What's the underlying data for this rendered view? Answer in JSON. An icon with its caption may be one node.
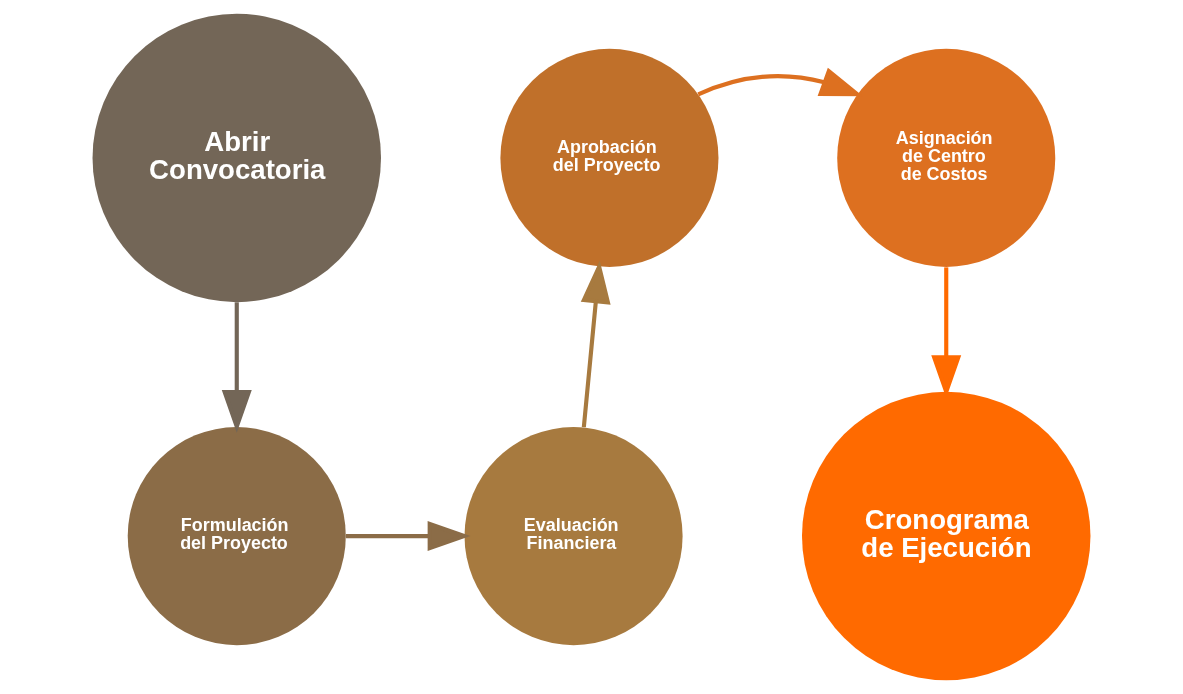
{
  "diagram": {
    "nodes": [
      {
        "text": [
          "Abrir Convocatoria"
        ]
      },
      {
        "text": [
          "Formulación del Proyecto"
        ]
      },
      {
        "text": [
          "Aprobación del Proyecto"
        ]
      },
      {
        "text": [
          "Asignación de Centro de Costos"
        ]
      },
      {
        "text": [
          "Evaluación Financiera"
        ]
      },
      {
        "text": [
          "Cronograma de Ejecución"
        ]
      }
    ],
    "edges": [
      {
        "from": 0,
        "to": 1,
        "arrow": "to",
        "color": "#736657"
      },
      {
        "from": 1,
        "to": 4,
        "arrow": "to",
        "color": "#8b6c47"
      },
      {
        "from": 4,
        "to": 2,
        "arrow": "to",
        "color": "#a77a3f"
      },
      {
        "from": 2,
        "to": 3,
        "arrow": "to",
        "color": "#dd7020"
      },
      {
        "from": 3,
        "to": 5,
        "arrow": "to",
        "color": "#ff6a00"
      }
    ]
  }
}
